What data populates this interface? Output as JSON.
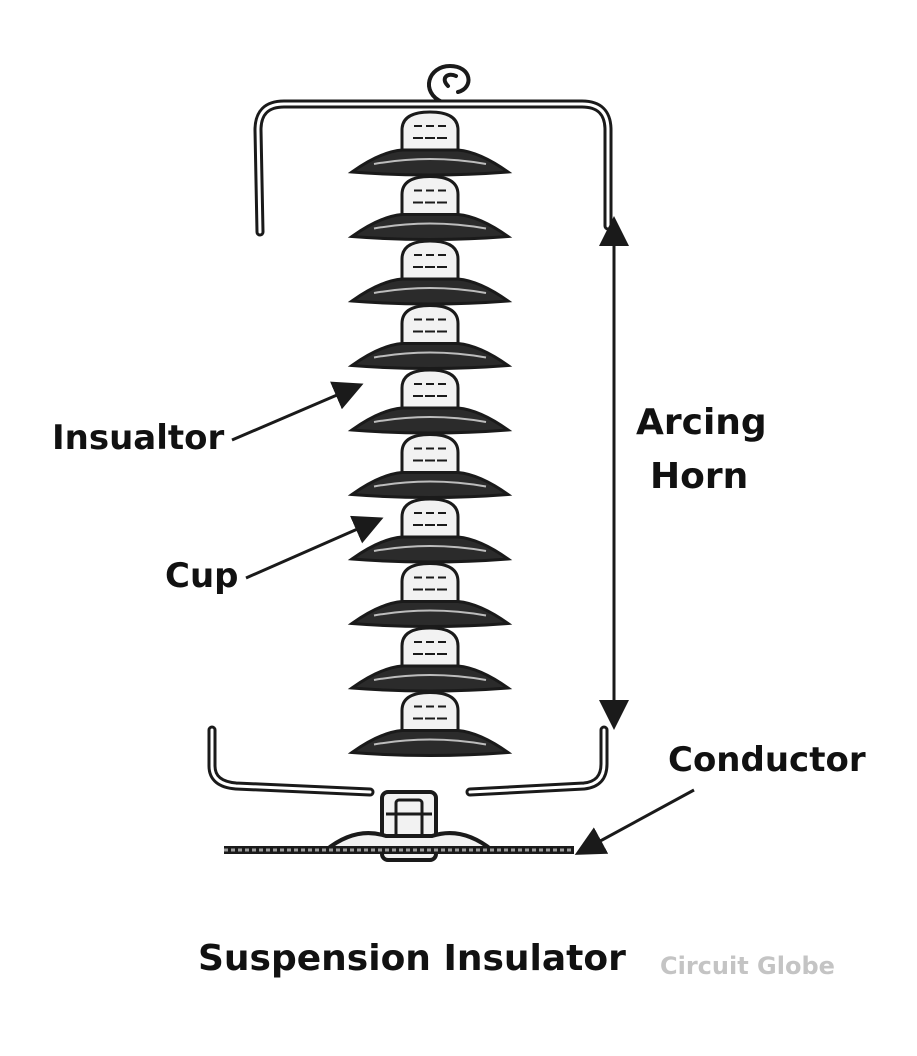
{
  "labels": {
    "insulator": "Insualtor",
    "cup": "Cup",
    "arcing_horn_line1": "Arcing",
    "arcing_horn_line2": "Horn",
    "conductor": "Conductor"
  },
  "caption": "Suspension Insulator",
  "watermark": "Circuit Globe",
  "insulator_disc_count": 10,
  "colors": {
    "ink": "#1a1a1a",
    "disc_fill": "#2b2b2b",
    "cap_fill": "#f2f2f2",
    "watermark": "#c4c4c4"
  }
}
